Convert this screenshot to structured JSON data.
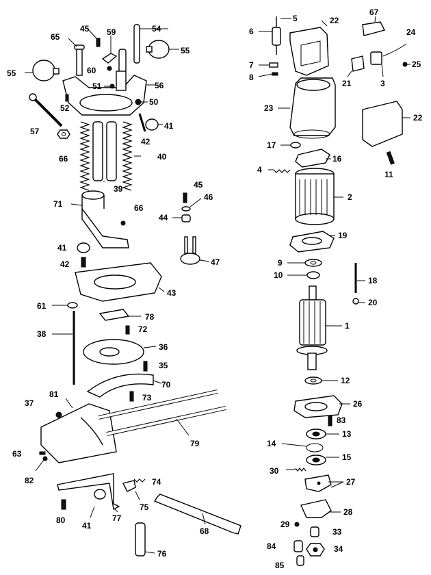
{
  "parts": {
    "p1": "1",
    "p2": "2",
    "p3": "3",
    "p4": "4",
    "p5": "5",
    "p6": "6",
    "p7": "7",
    "p8": "8",
    "p9": "9",
    "p10": "10",
    "p11": "11",
    "p12": "12",
    "p13": "13",
    "p14": "14",
    "p15": "15",
    "p16": "16",
    "p17": "17",
    "p18": "18",
    "p19": "19",
    "p20": "20",
    "p21": "21",
    "p22": "22",
    "p23": "23",
    "p24": "24",
    "p25": "25",
    "p26": "26",
    "p27": "27",
    "p28": "28",
    "p29": "29",
    "p30": "30",
    "p33": "33",
    "p34": "34",
    "p35": "35",
    "p36": "36",
    "p37": "37",
    "p38": "38",
    "p39": "39",
    "p40": "40",
    "p41": "41",
    "p42": "42",
    "p43": "43",
    "p44": "44",
    "p45": "45",
    "p46": "46",
    "p47": "47",
    "p50": "50",
    "p51": "51",
    "p52": "52",
    "p54": "54",
    "p55": "55",
    "p56": "56",
    "p57": "57",
    "p59": "59",
    "p60": "60",
    "p61": "61",
    "p63": "63",
    "p65": "65",
    "p66": "66",
    "p67": "67",
    "p68": "68",
    "p70": "70",
    "p71": "71",
    "p72": "72",
    "p73": "73",
    "p74": "74",
    "p75": "75",
    "p76": "76",
    "p77": "77",
    "p78": "78",
    "p79": "79",
    "p80": "80",
    "p81": "81",
    "p82": "82",
    "p83": "83",
    "p84": "84",
    "p85": "85"
  }
}
